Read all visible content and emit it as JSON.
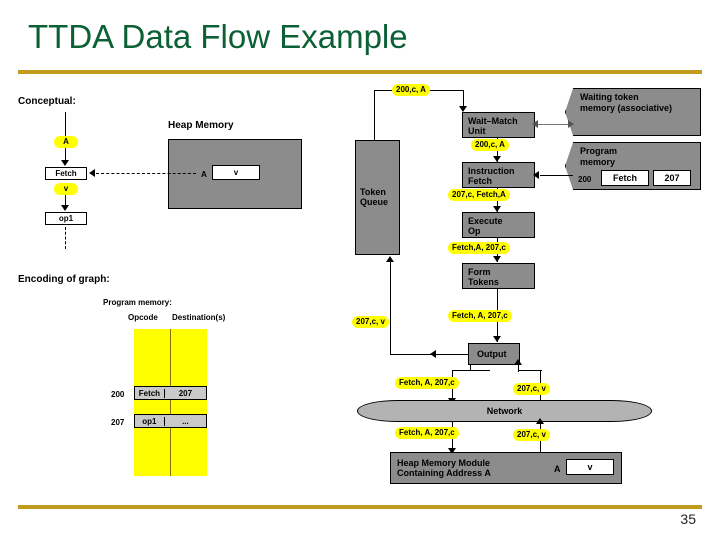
{
  "slide": {
    "title": "TTDA Data Flow Example",
    "page_number": "35",
    "accent_color": "#bf9b1e",
    "title_color": "#0b6135",
    "highlight_color": "#ffff00"
  },
  "conceptual": {
    "section_label": "Conceptual:",
    "heap_memory_label": "Heap Memory",
    "token_a": "A",
    "fetch_node": "Fetch",
    "token_v": "v",
    "op_node": "op1",
    "heap_cell_addr": "A",
    "heap_cell_value": "v"
  },
  "encoding": {
    "section_label": "Encoding of graph:",
    "program_memory_label": "Program memory:",
    "col_opcode": "Opcode",
    "col_destinations": "Destination(s)",
    "rows": [
      {
        "address": "200",
        "opcode": "Fetch",
        "destination": "207"
      },
      {
        "address": "207",
        "opcode": "op1",
        "destination": "..."
      }
    ]
  },
  "pipeline": {
    "token_queue": "Token\nQueue",
    "wait_match": "Wait–Match\nUnit",
    "instruction_fetch": "Instruction\nFetch",
    "execute_op": "Execute\nOp",
    "form_tokens": "Form\nTokens",
    "output": "Output",
    "network": "Network",
    "waiting_token_memory": "Waiting token\nmemory (associative)",
    "program_memory": "Program\nmemory",
    "program_memory_row": {
      "address": "200",
      "opcode": "Fetch",
      "destination": "207"
    },
    "heap_module": "Heap Memory Module\nContaining Address A",
    "heap_module_addr": "A",
    "heap_module_value": "v",
    "labels": {
      "queue_to_wait": "200,c, A",
      "wait_to_ifetch": "200,c, A",
      "ifetch_to_exec": "207,c,  Fetch,A",
      "exec_to_form": "Fetch,A, 207,c",
      "form_to_output": "Fetch, A, 207,c",
      "output_to_queue": "207,c, v",
      "output_to_network_left": "Fetch, A, 207,c",
      "output_to_network_right": "207,c, v",
      "network_to_heap_left": "Fetch, A, 207,c",
      "heap_to_network_right": "207,c, v"
    }
  }
}
